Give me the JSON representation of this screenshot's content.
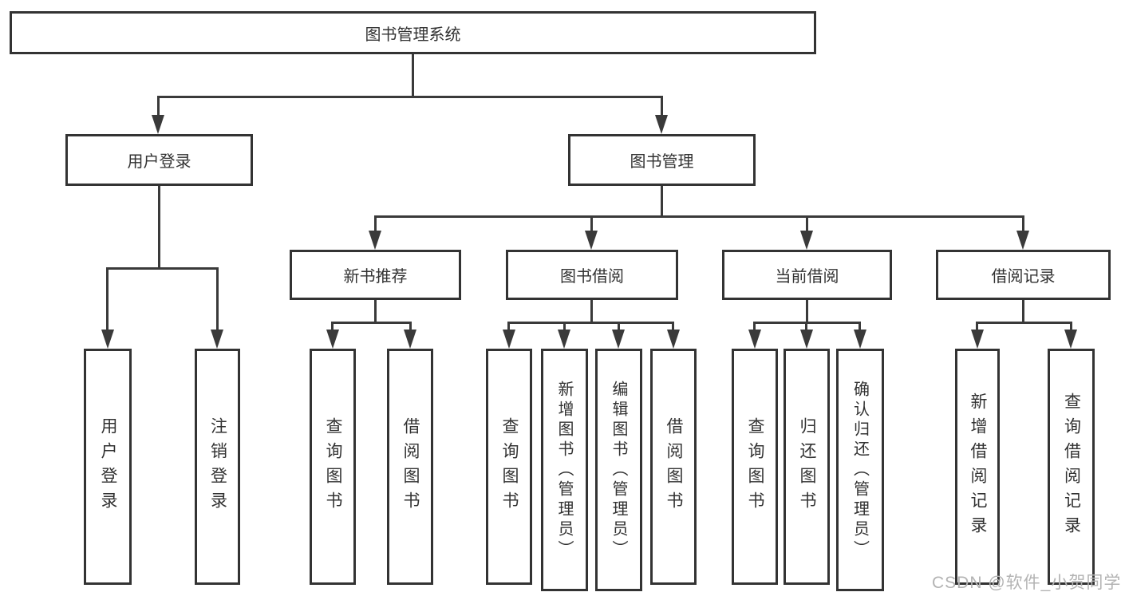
{
  "nodes": {
    "root": {
      "label": "图书管理系统"
    },
    "level2": [
      {
        "label": "用户登录"
      },
      {
        "label": "图书管理"
      }
    ],
    "level3": [
      {
        "label": "新书推荐",
        "parent": "图书管理"
      },
      {
        "label": "图书借阅",
        "parent": "图书管理"
      },
      {
        "label": "当前借阅",
        "parent": "图书管理"
      },
      {
        "label": "借阅记录",
        "parent": "图书管理"
      }
    ],
    "leaves": [
      {
        "label": "用户登录",
        "parent": "用户登录"
      },
      {
        "label": "注销登录",
        "parent": "用户登录"
      },
      {
        "label": "查询图书",
        "parent": "新书推荐"
      },
      {
        "label": "借阅图书",
        "parent": "新书推荐"
      },
      {
        "label": "查询图书",
        "parent": "图书借阅"
      },
      {
        "label": "新增图书（管理员）",
        "parent": "图书借阅"
      },
      {
        "label": "编辑图书（管理员）",
        "parent": "图书借阅"
      },
      {
        "label": "借阅图书",
        "parent": "图书借阅"
      },
      {
        "label": "查询图书",
        "parent": "当前借阅"
      },
      {
        "label": "归还图书",
        "parent": "当前借阅"
      },
      {
        "label": "确认归还（管理员）",
        "parent": "当前借阅"
      },
      {
        "label": "新增借阅记录",
        "parent": "借阅记录"
      },
      {
        "label": "查询借阅记录",
        "parent": "借阅记录"
      }
    ]
  },
  "watermark": {
    "text": "CSDN @软件_小贺同学"
  },
  "colors": {
    "line": "#3a3a3a",
    "box_border": "#333333",
    "text": "#323232",
    "watermark": "#b3b3b3",
    "background": "#ffffff"
  }
}
